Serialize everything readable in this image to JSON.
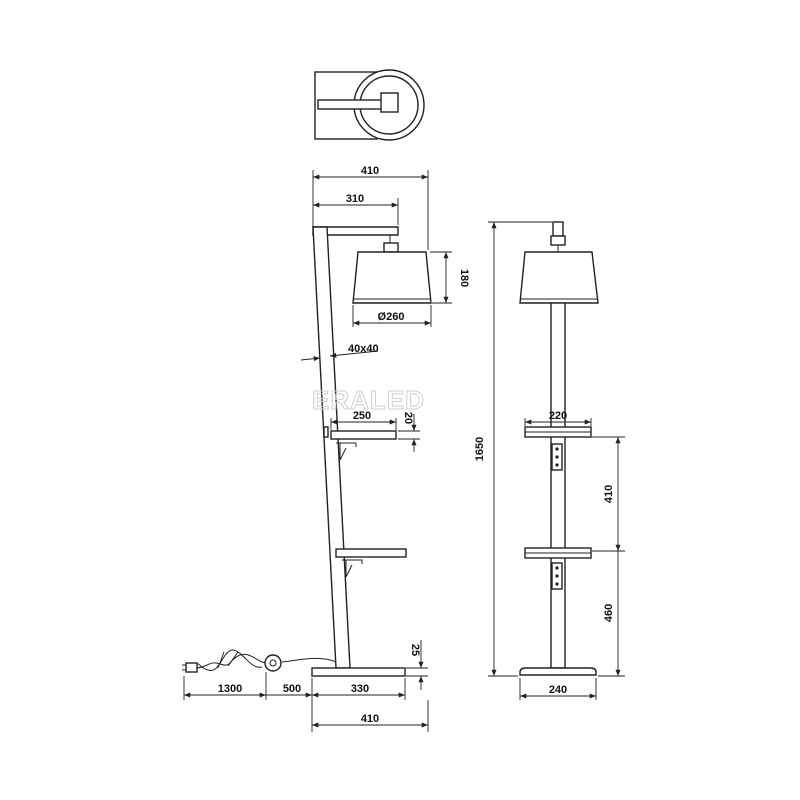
{
  "watermark": "ERALED",
  "dimensions": {
    "width_total": "410",
    "arm_width": "310",
    "shade_height": "180",
    "shade_diameter": "Ø260",
    "post_section": "40x40",
    "shelf_width_side": "250",
    "shelf_thickness": "20",
    "base_height": "25",
    "cable_length": "1300",
    "cable_to_switch": "500",
    "base_width_side": "330",
    "footprint_width": "410",
    "total_height": "1650",
    "shelf_width_front": "220",
    "shelf_spacing": "410",
    "lower_shelf_height": "460",
    "base_width_front": "240"
  }
}
